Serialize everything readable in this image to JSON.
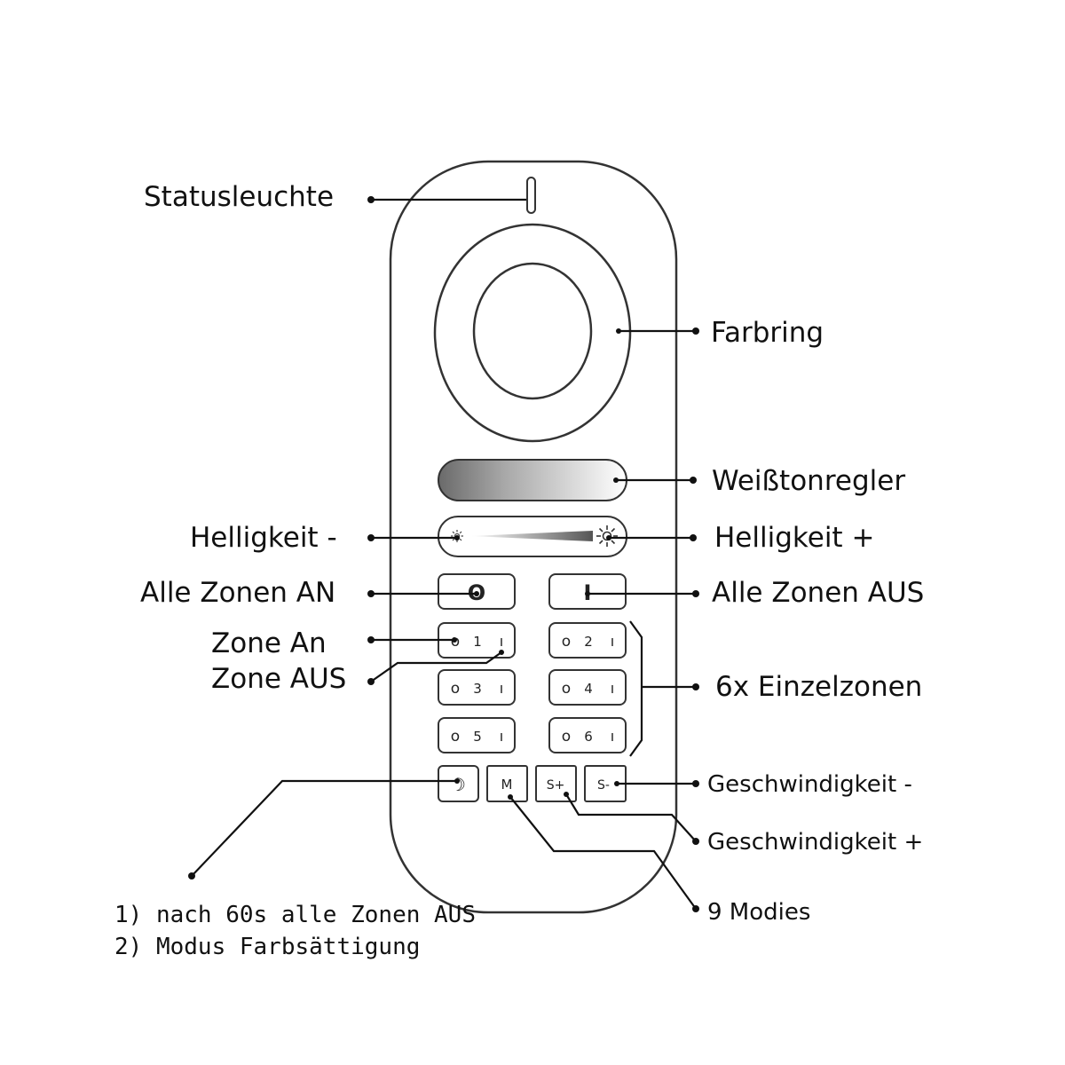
{
  "labels": {
    "statusleuchte": "Statusleuchte",
    "farbring": "Farbring",
    "weisstonregler": "Weißtonregler",
    "helligkeit_minus": "Helligkeit -",
    "helligkeit_plus": "Helligkeit +",
    "alle_zonen_an": "Alle Zonen AN",
    "alle_zonen_aus": "Alle Zonen AUS",
    "zone_an": "Zone An",
    "zone_aus": "Zone AUS",
    "einzelzonen": "6x Einzelzonen",
    "geschwindigkeit_minus": "Geschwindigkeit -",
    "geschwindigkeit_plus": "Geschwindigkeit +",
    "modies": "9 Modies"
  },
  "notes": [
    "1) nach 60s alle Zonen AUS",
    "2) Modus Farbsättigung"
  ],
  "remote": {
    "all_on_symbol": "O",
    "all_off_symbol": "I",
    "zones": [
      {
        "number": "1",
        "on_symbol": "o",
        "off_symbol": "ı"
      },
      {
        "number": "2",
        "on_symbol": "o",
        "off_symbol": "ı"
      },
      {
        "number": "3",
        "on_symbol": "o",
        "off_symbol": "ı"
      },
      {
        "number": "4",
        "on_symbol": "o",
        "off_symbol": "ı"
      },
      {
        "number": "5",
        "on_symbol": "o",
        "off_symbol": "ı"
      },
      {
        "number": "6",
        "on_symbol": "o",
        "off_symbol": "ı"
      }
    ],
    "bottom_buttons": [
      "☽",
      "M",
      "S+",
      "S-"
    ]
  },
  "colors": {
    "outline": "#333333",
    "line": "#111111",
    "slider_dark": "#555555",
    "slider_light": "#ffffff"
  }
}
